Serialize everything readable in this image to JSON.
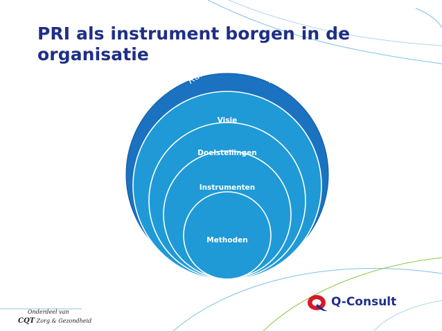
{
  "title": "PRI als instrument borgen in de organisatie",
  "diagram": {
    "outer_label": "Randvoorwaarden",
    "rings": [
      "Visie",
      "Doelstellingen",
      "Instrumenten",
      "Methoden"
    ]
  },
  "footer": {
    "line1": "Onderdeel van",
    "line2_brand": "CQT",
    "line2_rest": "Zorg & Gezondheid",
    "brand_name": "Q-Consult"
  },
  "colors": {
    "title": "#1f2f86",
    "outer_ring": "#1a72c0",
    "inner_rings": "#1f9ad6",
    "logo_red": "#d7182a",
    "logo_blue": "#1f2f86"
  }
}
